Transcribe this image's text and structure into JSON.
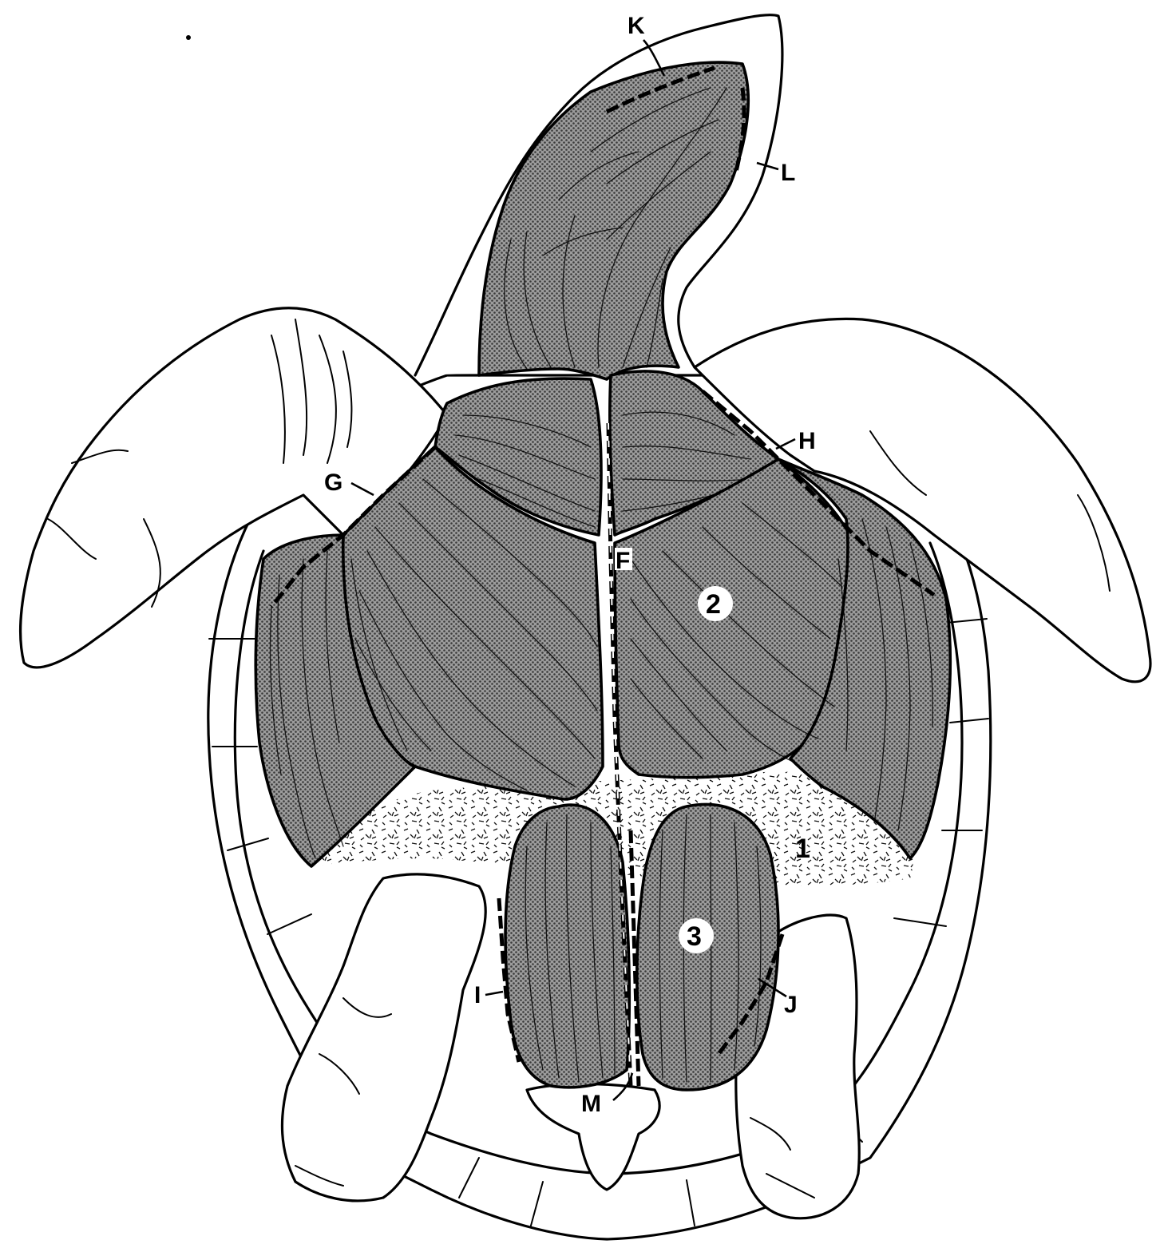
{
  "figure": {
    "labels": {
      "K": "K",
      "L": "L",
      "H": "H",
      "G": "G",
      "F": "F",
      "I": "I",
      "J": "J",
      "M": "M",
      "n1": "1",
      "n2": "2",
      "n3": "3"
    }
  }
}
